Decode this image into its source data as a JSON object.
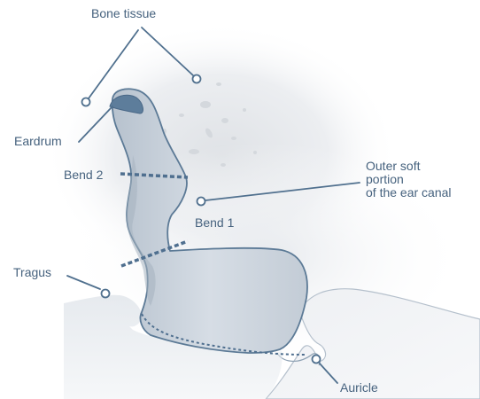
{
  "diagram": {
    "labels": {
      "bone_tissue": "Bone tissue",
      "eardrum": "Eardrum",
      "bend_2": "Bend 2",
      "bend_1": "Bend 1",
      "outer_soft_portion": [
        "Outer soft",
        "portion",
        "of the ear canal"
      ],
      "tragus": "Tragus",
      "auricle": "Auricle"
    },
    "colors": {
      "label_text": "#46627e",
      "leader_line": "#50708e",
      "canal_outline": "#5c7a96",
      "dashed_marker": "#4f6f8f",
      "canal_fill": "#c9d2dc",
      "eardrum_fill": "#5d7d9b",
      "bone_background": "#e9ebee"
    }
  }
}
